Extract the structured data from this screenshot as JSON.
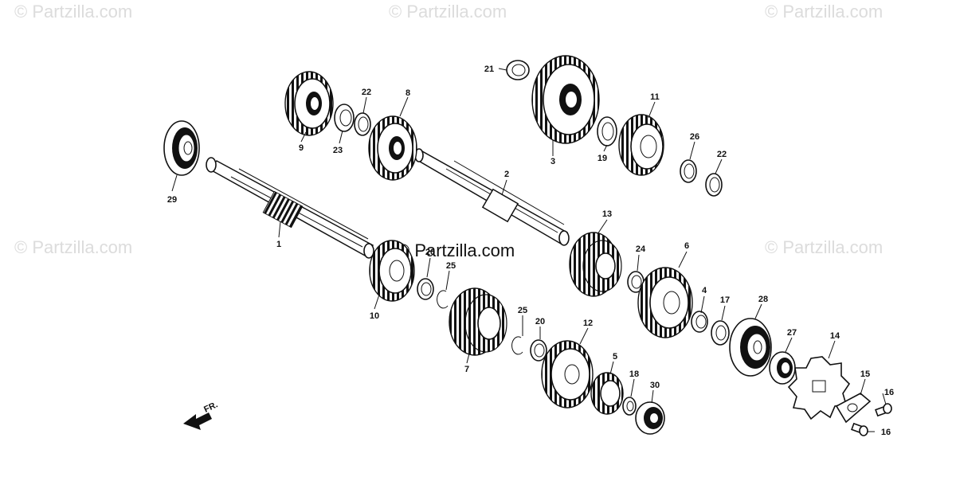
{
  "watermark": {
    "text": "© Partzilla.com",
    "center_text": "© Partzilla.com"
  },
  "direction_label": "FR.",
  "callouts": [
    "1",
    "2",
    "3",
    "4",
    "5",
    "6",
    "7",
    "8",
    "9",
    "10",
    "11",
    "12",
    "13",
    "14",
    "15",
    "16",
    "16",
    "17",
    "18",
    "19",
    "20",
    "20",
    "21",
    "22",
    "22",
    "23",
    "24",
    "25",
    "25",
    "26",
    "27",
    "28",
    "29",
    "30"
  ]
}
